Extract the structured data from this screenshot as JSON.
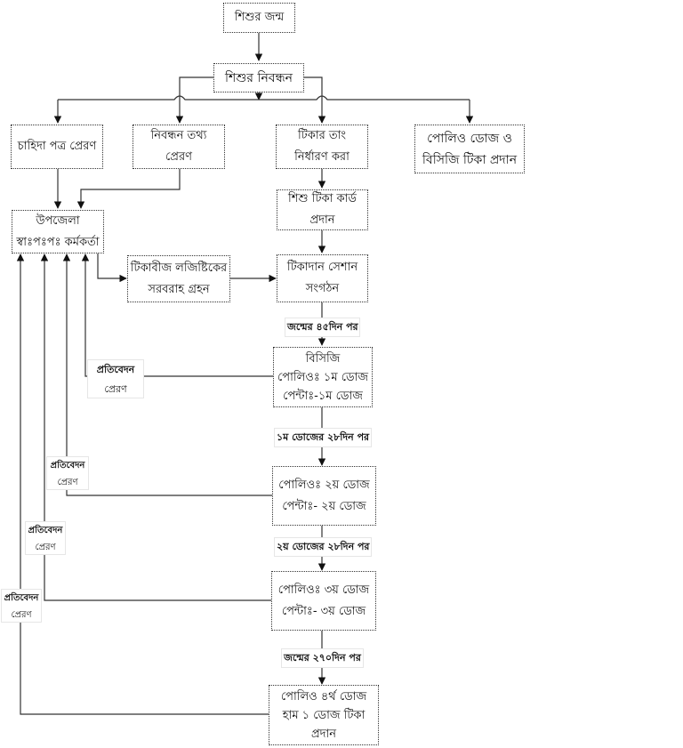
{
  "diagram": {
    "nodes": {
      "birth": [
        "শিশুর জন্ম"
      ],
      "registration": [
        "শিশুর নিবন্ধন"
      ],
      "demand_letter": [
        "চাহিদা পত্র প্রেরণ"
      ],
      "registration_info": [
        "নিবন্ধন তথ্য",
        "প্রেরণ"
      ],
      "vaccine_date": [
        "টিকার তাং",
        "নির্ধারণ করা"
      ],
      "polio_bcg": [
        "পোলিও  ডোজ ও",
        "বিসিজি টিকা প্রদান"
      ],
      "upazila_officer": [
        "উপজেলা",
        "স্বাঃপঃপঃ কর্মকর্তা"
      ],
      "vaccine_card": [
        "শিশু টিকা কার্ড",
        "প্রদান"
      ],
      "logistics": [
        "টিকাবীজ লজিষ্টিকের",
        "সরবরাহ গ্রহন"
      ],
      "session": [
        "টিকাদান সেশান",
        "সংগঠন"
      ],
      "dose1": [
        "বিসিজি",
        "পোলিওঃ ১ম ডোজ",
        "পেন্টাঃ-১ম ডোজ"
      ],
      "dose2": [
        "পোলিওঃ ২য় ডোজ",
        "পেন্টাঃ- ২য় ডোজ"
      ],
      "dose3": [
        "পোলিওঃ ৩য় ডোজ",
        "পেন্টাঃ- ৩য় ডোজ"
      ],
      "dose4": [
        "পোলিও ৪র্থ ডোজ",
        "হাম ১ ডোজ টিকা",
        "প্রদান"
      ]
    },
    "interval_labels": {
      "after_45_days": "জন্মের ৪৫দিন পর",
      "after_dose1_28_days": "১ম ডোজের ২৮দিন পর",
      "after_dose2_28_days": "২য় ডোজের ২৮দিন পর",
      "after_270_days": "জন্মের ২৭০দিন পর"
    },
    "report_label": {
      "line1": "প্রতিবেদন",
      "line2": "প্রেরণ"
    }
  }
}
